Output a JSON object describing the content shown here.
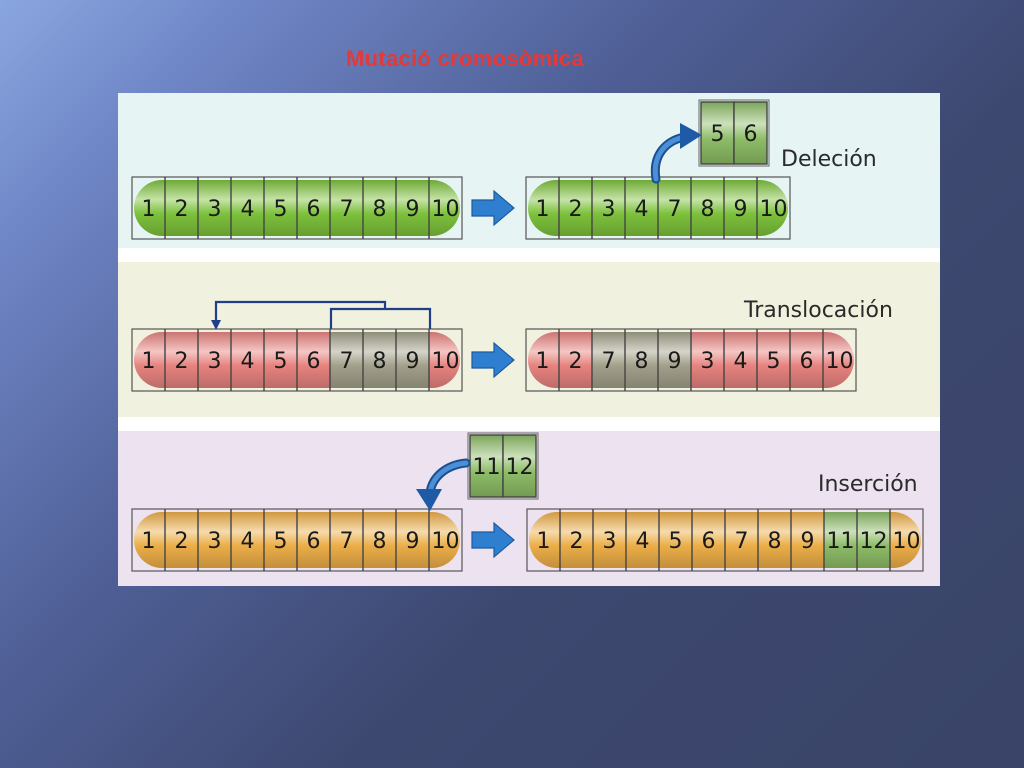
{
  "slide_title": "Mutació cromosòmica",
  "colors": {
    "green": "#7dc13c",
    "red": "#e7837f",
    "gray_green": "#a2a08a",
    "orange": "#ecae48",
    "olive": "#8dbc67",
    "arrow_blue": "#2f7fd1",
    "line_blue": "#1f3f8a"
  },
  "deletion": {
    "label": "Deleción",
    "before": [
      "1",
      "2",
      "3",
      "4",
      "5",
      "6",
      "7",
      "8",
      "9",
      "10"
    ],
    "after": [
      "1",
      "2",
      "3",
      "4",
      "7",
      "8",
      "9",
      "10"
    ],
    "removed": [
      "5",
      "6"
    ]
  },
  "translocation": {
    "label": "Translocación",
    "before": [
      "1",
      "2",
      "3",
      "4",
      "5",
      "6",
      "7",
      "8",
      "9",
      "10"
    ],
    "after": [
      "1",
      "2",
      "7",
      "8",
      "9",
      "3",
      "4",
      "5",
      "6",
      "10"
    ],
    "moved": [
      "7",
      "8",
      "9"
    ]
  },
  "insertion": {
    "label": "Inserción",
    "before": [
      "1",
      "2",
      "3",
      "4",
      "5",
      "6",
      "7",
      "8",
      "9",
      "10"
    ],
    "after": [
      "1",
      "2",
      "3",
      "4",
      "5",
      "6",
      "7",
      "8",
      "9",
      "11",
      "12",
      "10"
    ],
    "inserted": [
      "11",
      "12"
    ]
  }
}
